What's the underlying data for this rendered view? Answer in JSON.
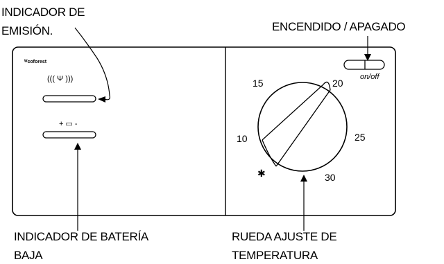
{
  "labels": {
    "emission_line1": "INDICADOR DE",
    "emission_line2": "EMISIÓN.",
    "power": "ENCENDIDO / APAGADO",
    "battery_line1": "INDICADOR DE BATERÍA",
    "battery_line2": "BAJA",
    "wheel_line1": "RUEDA AJUSTE DE",
    "wheel_line2": "TEMPERATURA"
  },
  "device": {
    "brand": "ᵂcoforest",
    "emission_symbol": "((( Ψ )))",
    "battery_symbol": "+ ▭ -",
    "switch_label": "on/off",
    "snowflake": "✱"
  },
  "dial": {
    "scale": [
      "10",
      "15",
      "20",
      "25",
      "30"
    ]
  }
}
